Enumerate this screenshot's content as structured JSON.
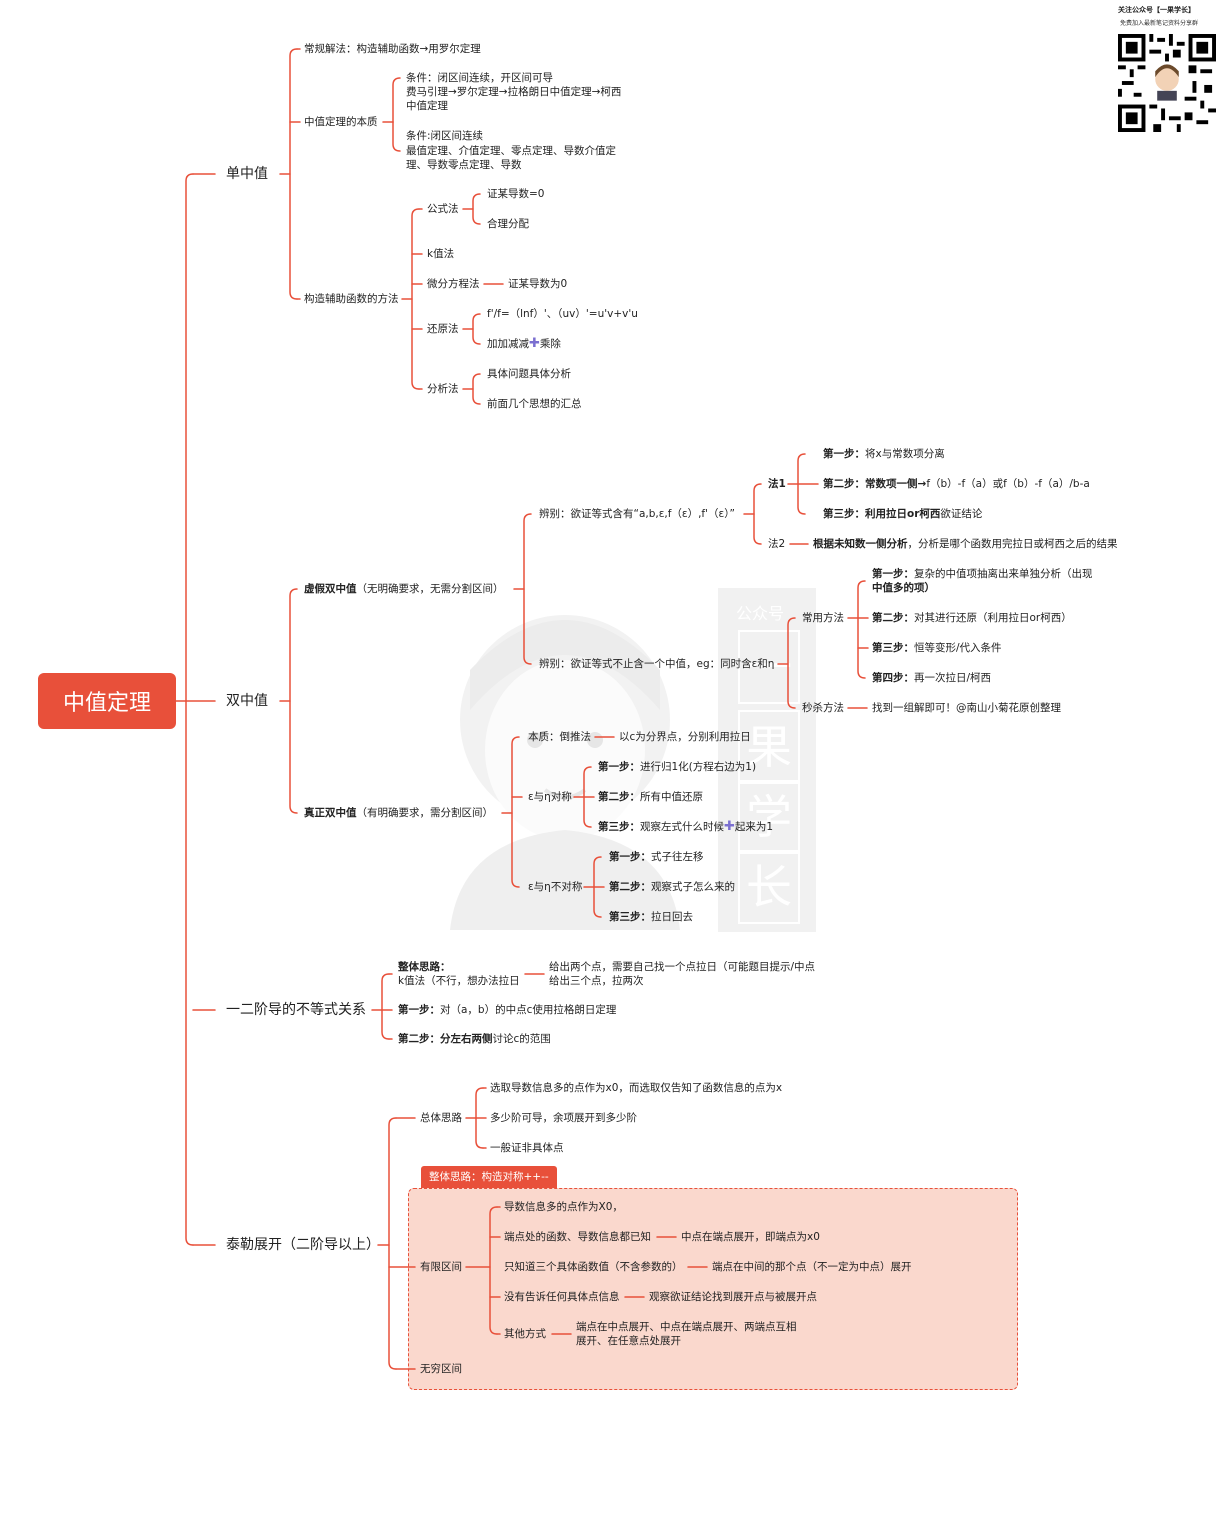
{
  "header": {
    "follow": "关注公众号【一果学长】",
    "sub": "免费加入最新笔记资料分享群"
  },
  "watermark": {
    "top": "公众号",
    "chars": [
      "一",
      "果",
      "学",
      "长"
    ]
  },
  "colors": {
    "accent": "#e8503a",
    "taylor_fill": "#fad8cd",
    "plus": "#7b6fd0"
  },
  "root": "中值定理",
  "single": {
    "label": "单中值",
    "conventional": "常规解法：构造辅助函数→用罗尔定理",
    "essence": {
      "label": "中值定理的本质",
      "block1": [
        "条件：闭区间连续，开区间可导",
        "费马引理→罗尔定理→拉格朗日中值定理→柯西",
        "中值定理"
      ],
      "block2": [
        "条件:闭区间连续",
        "最值定理、介值定理、零点定理、导数介值定",
        "理、导数零点定理、导数"
      ]
    },
    "construct": {
      "label": "构造辅助函数的方法",
      "formula": {
        "label": "公式法",
        "items": [
          "证某导数=0",
          "合理分配"
        ]
      },
      "k": "k值法",
      "ode": {
        "label": "微分方程法",
        "item": "证某导数为0"
      },
      "restore": {
        "label": "还原法",
        "items": [
          "f'/f=（lnf）'、（uv）'=u'v+v'u"
        ],
        "item2_a": "加加减减",
        "item2_b": "乘除"
      },
      "analysis": {
        "label": "分析法",
        "items": [
          "具体问题具体分析",
          "前面几个思想的汇总"
        ]
      }
    }
  },
  "double": {
    "label": "双中值",
    "fake": {
      "label_b": "虚假双中值",
      "label_r": "（无明确要求，无需分割区间）",
      "d1": {
        "label": "辨别：欲证等式含有“a,b,ε,f（ε）,f'（ε）”",
        "m1": {
          "label": "法1",
          "steps": [
            {
              "b": "第一步：",
              "r": "将x与常数项分离"
            },
            {
              "b": "第二步：常数项一侧→",
              "r": "f（b）-f（a）或f（b）-f（a）/b-a"
            },
            {
              "b": "第三步：利用拉日or柯西",
              "r": "欲证结论"
            }
          ]
        },
        "m2": {
          "label": "法2",
          "b": "根据未知数一侧分析",
          "r": "，分析是哪个函数用完拉日或柯西之后的结果"
        }
      },
      "d2": {
        "label": "辨别：欲证等式不止含一个中值，eg：同时含ε和η",
        "common": {
          "label": "常用方法",
          "steps": [
            {
              "b": "第一步：",
              "r": "复杂的中值项抽离出来单独分析（出现",
              "r2": "中值多的项）"
            },
            {
              "b": "第二步：",
              "r": "对其进行还原（利用拉日or柯西）"
            },
            {
              "b": "第三步：",
              "r": "恒等变形/代入条件"
            },
            {
              "b": "第四步：",
              "r": "再一次拉日/柯西"
            }
          ]
        },
        "quick": {
          "label": "秒杀方法",
          "text": "找到一组解即可！@南山小菊花原创整理"
        }
      }
    },
    "real": {
      "label_b": "真正双中值",
      "label_r": "（有明确要求，需分割区间）",
      "essence": {
        "label": "本质：倒推法",
        "text": "以c为分界点，分别利用拉日"
      },
      "sym": {
        "label": "ε与η对称",
        "steps": [
          {
            "b": "第一步：",
            "r": "进行归1化(方程右边为1)"
          },
          {
            "b": "第二步：",
            "r": "所有中值还原"
          },
          {
            "b": "第三步：",
            "r": "观察左式什么时候",
            "r2": "起来为1"
          }
        ]
      },
      "asym": {
        "label": "ε与η不对称",
        "steps": [
          {
            "b": "第一步：",
            "r": "式子往左移"
          },
          {
            "b": "第二步：",
            "r": "观察式子怎么来的"
          },
          {
            "b": "第三步：",
            "r": "拉日回去"
          }
        ]
      }
    }
  },
  "ineq": {
    "label": "一二阶导的不等式关系",
    "overall_a": "整体思路：",
    "overall_b": "k值法（不行，想办法拉日",
    "overall_text": [
      "给出两个点，需要自己找一个点拉日（可能题目提示/中点",
      "给出三个点，拉两次"
    ],
    "s1_b": "第一步：",
    "s1_r": "对（a，b）的中点c使用拉格朗日定理",
    "s2_b": "第二步：分左右两侧",
    "s2_r": "讨论c的范围"
  },
  "taylor": {
    "label": "泰勒展开（二阶导以上）",
    "overall": {
      "label": "总体思路",
      "items": [
        "选取导数信息多的点作为x0，而选取仅告知了函数信息的点为x",
        "多少阶可导，余项展开到多少阶",
        "一般证非具体点"
      ]
    },
    "tag": "整体思路：构造对称++--",
    "finite": {
      "label": "有限区间",
      "rows": [
        {
          "l": "导数信息多的点作为X0，"
        },
        {
          "l": "端点处的函数、导数信息都已知",
          "r": "中点在端点展开，即端点为x0"
        },
        {
          "l": "只知道三个具体函数值（不含参数的）",
          "r": "端点在中间的那个点（不一定为中点）展开"
        },
        {
          "l": "没有告诉任何具体点信息",
          "r": "观察欲证结论找到展开点与被展开点"
        },
        {
          "l": "其他方式",
          "r": [
            "端点在中点展开、中点在端点展开、两端点互相",
            "展开、在任意点处展开"
          ]
        }
      ]
    },
    "infinite": "无穷区间"
  }
}
